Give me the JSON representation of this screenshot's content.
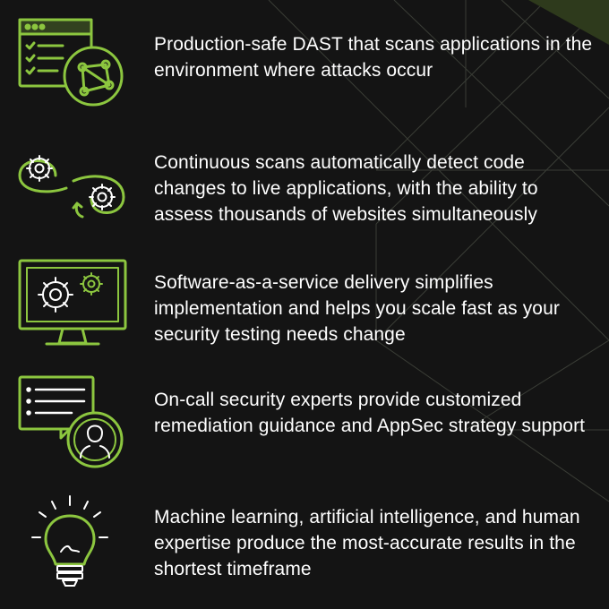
{
  "colors": {
    "background": "#141414",
    "accent": "#8cc63f",
    "text": "#ffffff"
  },
  "features": [
    {
      "icon": "web-checklist-globe-icon",
      "text": "Production-safe DAST that scans applications in the environment where attacks occur"
    },
    {
      "icon": "continuous-gears-cycle-icon",
      "text": "Continuous scans automatically detect code changes to live applications, with the ability to assess thousands of websites simultaneously"
    },
    {
      "icon": "monitor-gears-icon",
      "text": "Software-as-a-service delivery simplifies implementation and helps you scale fast as your security testing needs change"
    },
    {
      "icon": "chat-expert-icon",
      "text": "On-call security experts provide customized remediation guidance and AppSec strategy support"
    },
    {
      "icon": "lightbulb-icon",
      "text": "Machine learning, artificial intelligence, and human expertise produce the most-accurate results in the shortest timeframe"
    }
  ]
}
